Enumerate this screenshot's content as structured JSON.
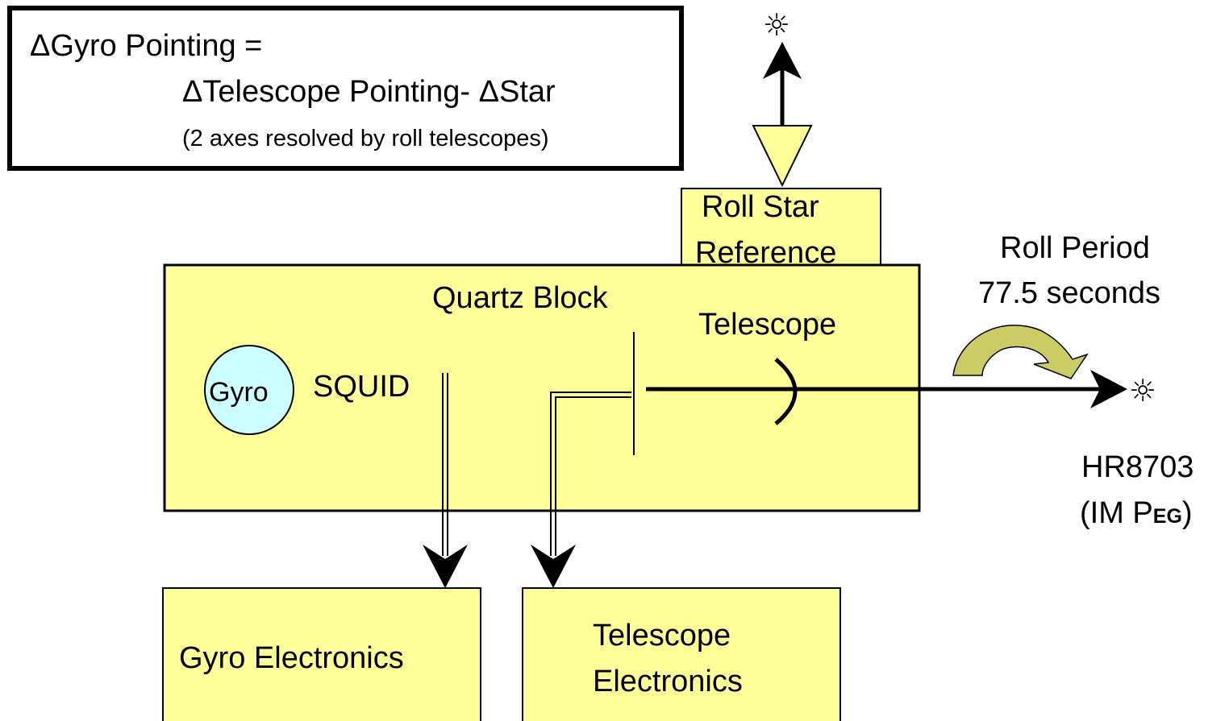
{
  "equation_box": {
    "line1": "ΔGyro Pointing =",
    "line2": "ΔTelescope Pointing- ΔStar",
    "note": "(2 axes resolved by roll telescopes)"
  },
  "roll_star_reference": {
    "line1": "Roll Star",
    "line2": "Reference"
  },
  "quartz_block": {
    "title": "Quartz Block",
    "gyro_label": "Gyro",
    "squid_label": "SQUID",
    "telescope_label": "Telescope"
  },
  "roll_period": {
    "line1": "Roll Period",
    "line2": "77.5 seconds"
  },
  "guide_star": {
    "name": "HR8703",
    "designation_prefix": "(IM P",
    "designation_smallcaps": "EG",
    "designation_suffix": ")"
  },
  "gyro_electronics": {
    "label": "Gyro Electronics"
  },
  "telescope_electronics": {
    "line1": "Telescope",
    "line2": "Electronics"
  },
  "colors": {
    "block_fill": "#ffff99",
    "gyro_fill": "#ccffff",
    "roll_arrow_fill": "#cccc66",
    "stroke": "#000000"
  },
  "icons": {
    "star_symbol": "☼"
  }
}
